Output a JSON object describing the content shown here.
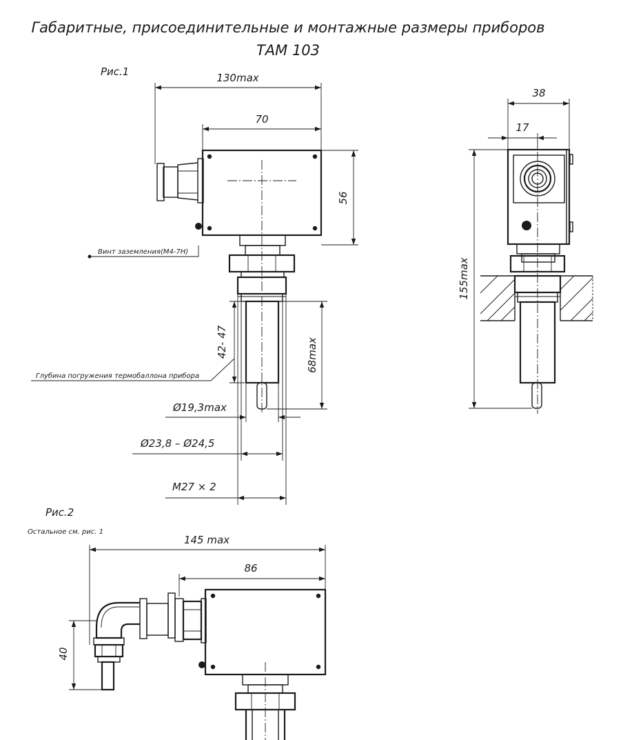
{
  "title": {
    "line1": "Габаритные, присоединительные и монтажные размеры приборов",
    "line2": "ТАМ 103"
  },
  "figure1": {
    "label": "Рис.1",
    "dims": {
      "width_max": "130max",
      "case_width": "70",
      "case_height": "56",
      "side_width": "38",
      "side_offset": "17",
      "total_height": "155max",
      "immersion_range": "42- 47",
      "bulb_length": "68max",
      "bulb_diameter": "Ø19,3max",
      "fitting_diameter": "Ø23,8 – Ø24,5",
      "thread": "M27 × 2"
    },
    "notes": {
      "ground_screw": "Винт заземления(М4-7Н)",
      "immersion_depth": "Глубина погружения термобаллона прибора"
    }
  },
  "figure2": {
    "label": "Рис.2",
    "note": "Остальное см. рис. 1",
    "dims": {
      "width_max": "145 max",
      "case_width": "86",
      "height": "40"
    }
  }
}
